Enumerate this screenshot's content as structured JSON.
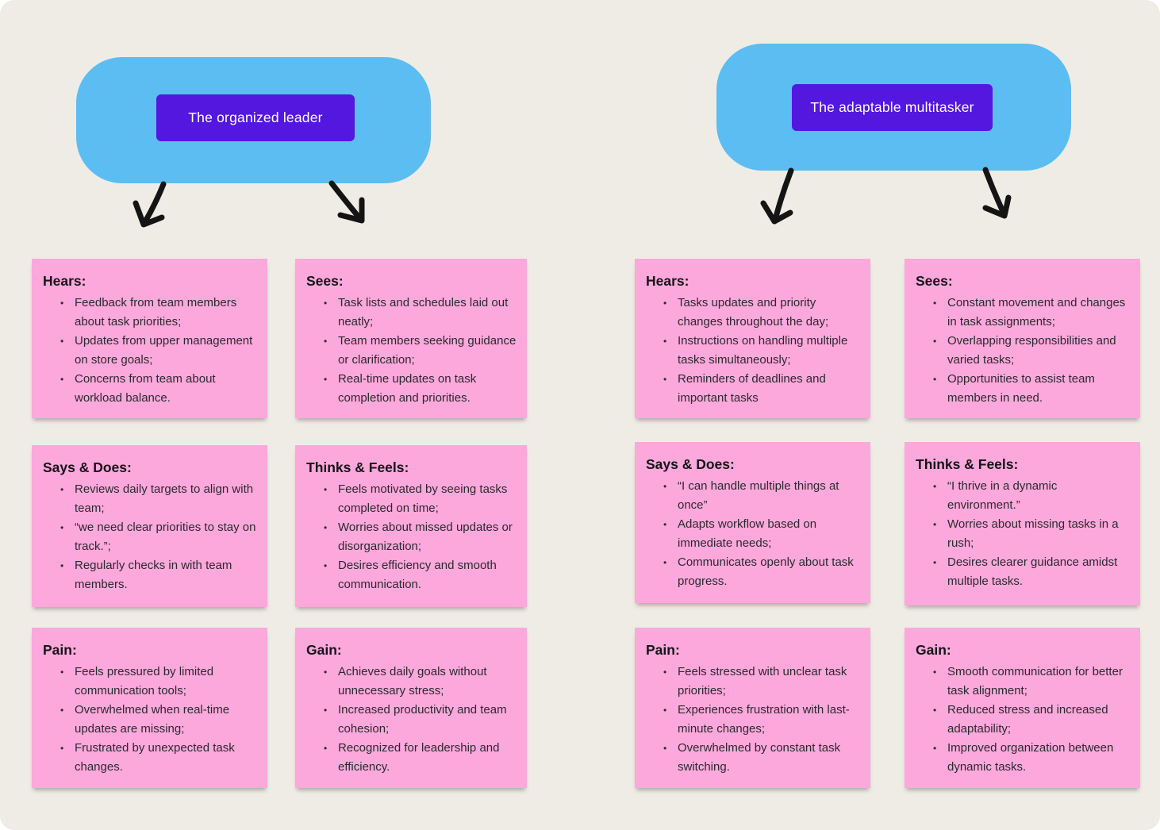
{
  "colors": {
    "canvas-bg": "#EFECE6",
    "bubble-blue": "#5BBDF1",
    "label-purple": "#5417E0",
    "note-pink": "#FCA8DC",
    "arrow-black": "#141414",
    "label-text": "#FFFFFF",
    "note-title-text": "#151518",
    "note-text": "#2A2A2E"
  },
  "icons": {
    "connector-arrows": [
      "arrow-down-left",
      "arrow-down-right",
      "arrow-down-left",
      "arrow-down-right"
    ]
  },
  "personas": [
    {
      "name": "The organized leader",
      "notes": [
        {
          "title": "Hears:",
          "items": [
            "Feedback from team members about task priorities;",
            "Updates from upper management on store goals;",
            "Concerns from team about workload balance."
          ]
        },
        {
          "title": "Sees:",
          "items": [
            "Task lists and schedules laid out neatly;",
            "Team members seeking guidance or clarification;",
            "Real-time updates on task completion and priorities."
          ]
        },
        {
          "title": "Says & Does:",
          "items": [
            "Reviews daily targets to align with team;",
            "“we need clear priorities to stay on track.”;",
            "Regularly checks in with team members."
          ]
        },
        {
          "title": "Thinks & Feels:",
          "items": [
            "Feels motivated by seeing tasks completed on time;",
            "Worries about missed updates or disorganization;",
            "Desires efficiency and smooth communication."
          ]
        },
        {
          "title": "Pain:",
          "items": [
            "Feels pressured by limited communication tools;",
            "Overwhelmed when real-time updates are missing;",
            "Frustrated by unexpected task changes."
          ]
        },
        {
          "title": "Gain:",
          "items": [
            "Achieves daily goals without unnecessary stress;",
            "Increased productivity and team cohesion;",
            "Recognized for leadership and efficiency."
          ]
        }
      ]
    },
    {
      "name": "The adaptable multitasker",
      "notes": [
        {
          "title": "Hears:",
          "items": [
            "Tasks updates and priority changes throughout the day;",
            "Instructions on handling multiple tasks simultaneously;",
            "Reminders of deadlines and important tasks"
          ]
        },
        {
          "title": "Sees:",
          "items": [
            "Constant movement and changes in task assignments;",
            "Overlapping responsibilities and varied tasks;",
            "Opportunities to assist team members in need."
          ]
        },
        {
          "title": "Says & Does:",
          "items": [
            "“I can handle multiple things at once”",
            "Adapts workflow based on immediate needs;",
            "Communicates openly about task progress."
          ]
        },
        {
          "title": "Thinks & Feels:",
          "items": [
            "“I thrive in a dynamic environment.”",
            "Worries about missing tasks in a rush;",
            "Desires clearer guidance amidst multiple tasks."
          ]
        },
        {
          "title": "Pain:",
          "items": [
            "Feels stressed with unclear task priorities;",
            "Experiences frustration with last-minute changes;",
            "Overwhelmed by constant task switching."
          ]
        },
        {
          "title": "Gain:",
          "items": [
            "Smooth communication for better task alignment;",
            "Reduced stress and increased adaptability;",
            "Improved organization between dynamic tasks."
          ]
        }
      ]
    }
  ]
}
